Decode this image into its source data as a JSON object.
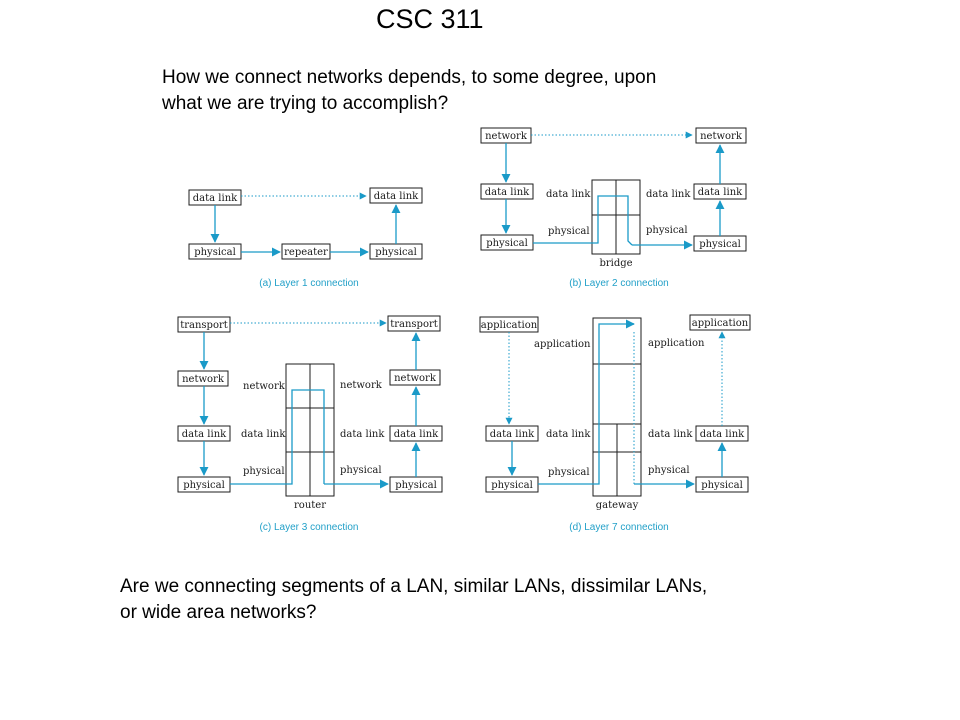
{
  "title": "CSC 311",
  "intro": {
    "line1": "How we connect networks depends, to some degree, upon",
    "line2": "what we are trying to accomplish?"
  },
  "footer": {
    "line1": "Are we connecting segments of a LAN, similar LANs, dissimilar LANs,",
    "line2": "or wide area networks?"
  },
  "accent_color": "#1a9ac8",
  "layers": {
    "application": "application",
    "transport": "transport",
    "network": "network",
    "data_link": "data link",
    "physical": "physical"
  },
  "devices": {
    "repeater": "repeater",
    "bridge": "bridge",
    "router": "router",
    "gateway": "gateway"
  },
  "captions": {
    "a": "(a) Layer 1 connection",
    "b": "(b) Layer 2 connection",
    "c": "(c) Layer 3 connection",
    "d": "(d) Layer 7 connection"
  }
}
